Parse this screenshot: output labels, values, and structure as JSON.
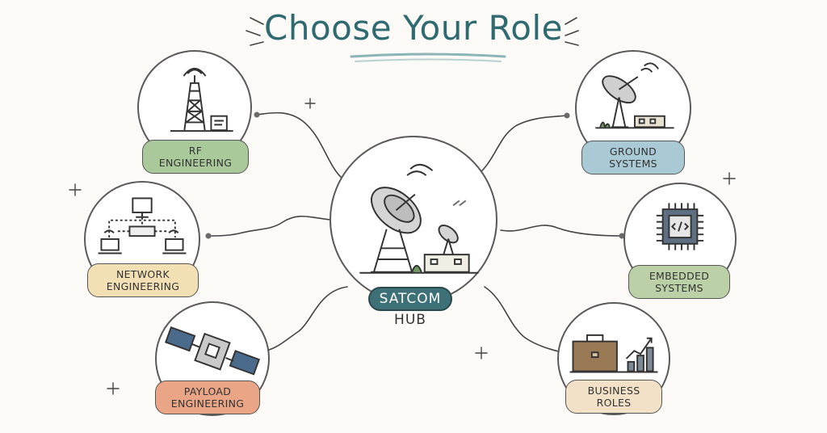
{
  "title": "Choose Your Role",
  "hub": {
    "label": "SATCOM",
    "sublabel": "HUB",
    "color": "#3d7077"
  },
  "roles": [
    {
      "line1": "RF",
      "line2": "ENGINEERING",
      "color": "#a9c99b",
      "icon": "radio-tower-icon"
    },
    {
      "line1": "NETWORK",
      "line2": "ENGINEERING",
      "color": "#f3dfb4",
      "icon": "network-icon"
    },
    {
      "line1": "PAYLOAD",
      "line2": "ENGINEERING",
      "color": "#e9a586",
      "icon": "satellite-icon"
    },
    {
      "line1": "GROUND",
      "line2": "SYSTEMS",
      "color": "#a9c9d4",
      "icon": "satellite-dish-icon"
    },
    {
      "line1": "EMBEDDED",
      "line2": "SYSTEMS",
      "color": "#bcd0a7",
      "icon": "microchip-icon"
    },
    {
      "line1": "BUSINESS",
      "line2": "ROLES",
      "color": "#f2e1c6",
      "icon": "briefcase-chart-icon"
    }
  ]
}
